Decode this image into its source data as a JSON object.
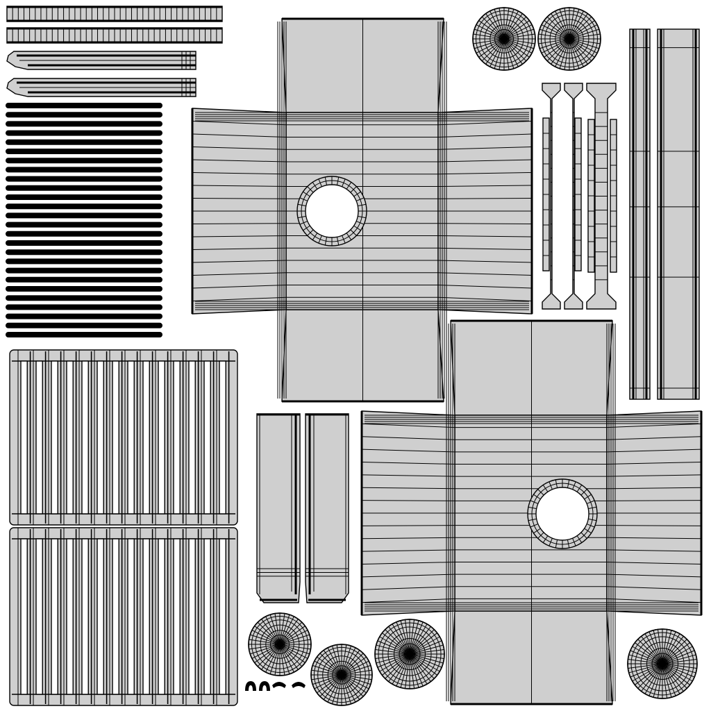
{
  "canvas": {
    "background": "#ffffff",
    "island_fill": "#cfcfcf",
    "line_color": "#000000"
  },
  "islands": [
    {
      "name": "cross-net-large",
      "count": 2
    },
    {
      "name": "wheel-disc",
      "count": 8
    },
    {
      "name": "tall-strip",
      "count": 2
    },
    {
      "name": "i-beam-strip",
      "count": 3
    },
    {
      "name": "thin-strip",
      "count": 4
    },
    {
      "name": "top-rail",
      "count": 2
    },
    {
      "name": "bent-rail",
      "count": 2
    },
    {
      "name": "black-rod",
      "count": 26
    },
    {
      "name": "grille-panel",
      "count": 2
    },
    {
      "name": "u-channel",
      "count": 2
    },
    {
      "name": "small-clip",
      "count": 4
    }
  ]
}
